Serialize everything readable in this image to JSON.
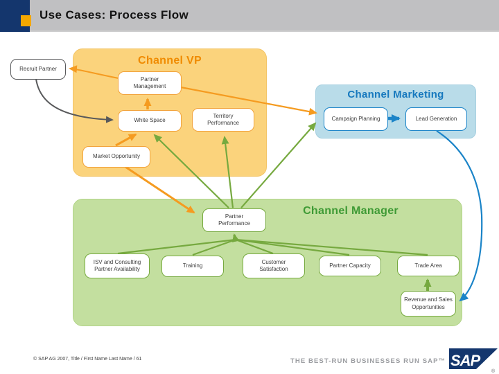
{
  "header": {
    "title": "Use Cases: Process Flow"
  },
  "regions": {
    "vp": {
      "label": "Channel VP"
    },
    "marketing": {
      "label": "Channel Marketing"
    },
    "manager": {
      "label": "Channel Manager"
    }
  },
  "nodes": {
    "recruit_partner": {
      "label": "Recruit Partner"
    },
    "partner_management": {
      "label": "Partner\nManagement"
    },
    "white_space": {
      "label": "White Space"
    },
    "territory_performance": {
      "label": "Territory\nPerformance"
    },
    "market_opportunity": {
      "label": "Market Opportunity"
    },
    "campaign_planning": {
      "label": "Campaign Planning"
    },
    "lead_generation": {
      "label": "Lead Generation"
    },
    "partner_performance": {
      "label": "Partner\nPerformance"
    },
    "isv_availability": {
      "label": "ISV and Consulting\nPartner Availability"
    },
    "training": {
      "label": "Training"
    },
    "customer_satisfaction": {
      "label": "Customer\nSatisfaction"
    },
    "partner_capacity": {
      "label": "Partner Capacity"
    },
    "trade_area": {
      "label": "Trade Area"
    },
    "revenue_opportunities": {
      "label": "Revenue and Sales\nOpportunities"
    }
  },
  "footer": {
    "copyright": "© SAP AG 2007, Title / First Name Last Name / 61",
    "tagline": "THE BEST-RUN BUSINESSES RUN SAP™",
    "logo_text": "SAP",
    "logo_registered": "®"
  },
  "colors": {
    "navy": "#14366d",
    "header_gray": "#c0c0c2",
    "bullet_orange": "#f5a800",
    "vp_fill": "#fbd37c",
    "vp_title": "#f08b00",
    "marketing_fill": "#b9dce9",
    "marketing_title": "#1779be",
    "manager_fill": "#c3df9f",
    "manager_title": "#3e9a35",
    "arrow_orange": "#f59b20",
    "arrow_green": "#76a93f",
    "arrow_blue": "#1b84c8",
    "arrow_dark": "#58595b"
  }
}
